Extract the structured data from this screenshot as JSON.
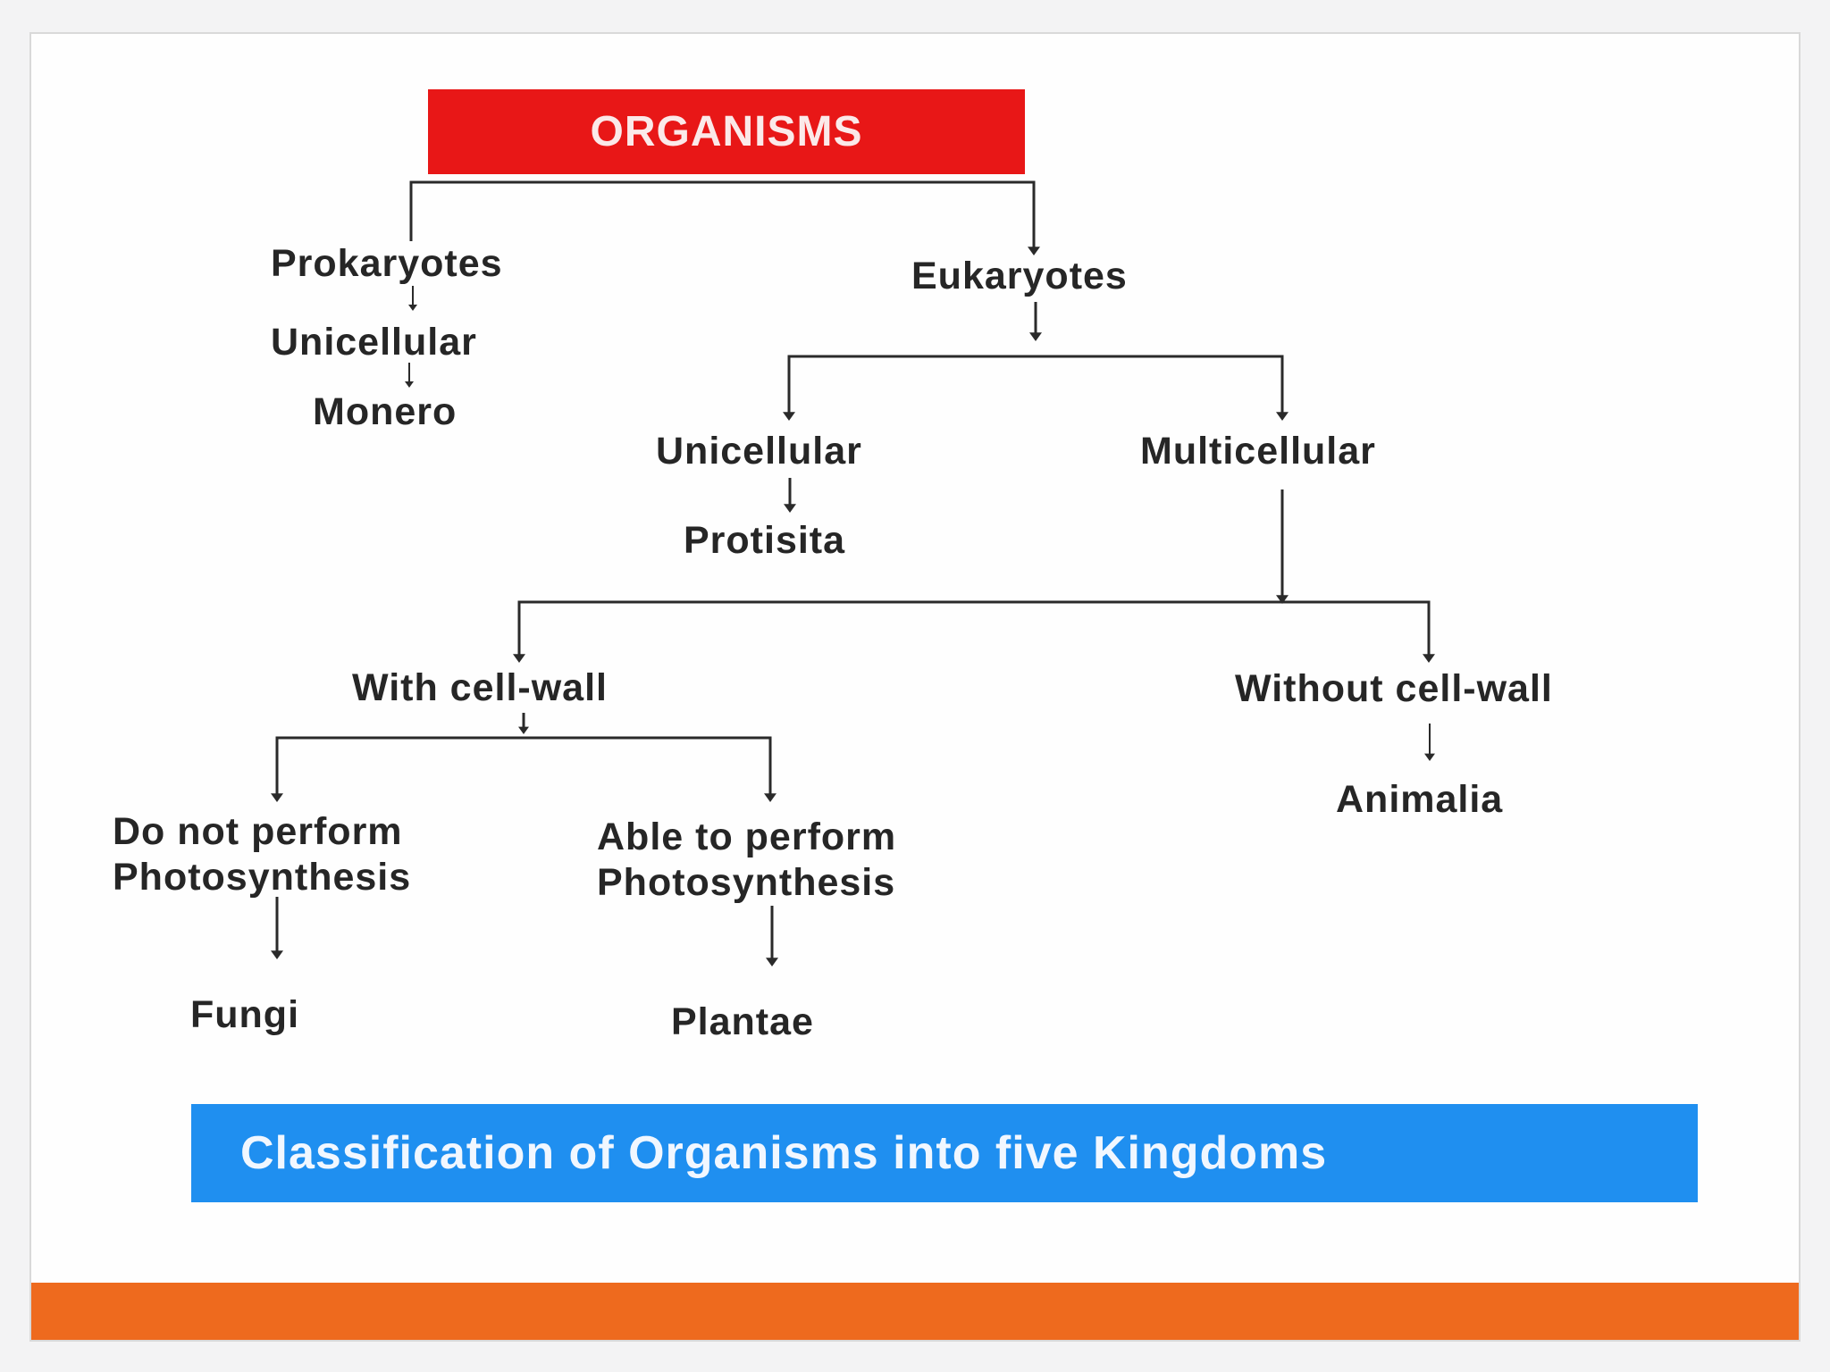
{
  "diagram": {
    "root": "ORGANISMS",
    "prokaryotes": {
      "label": "Prokaryotes",
      "unicellular": "Unicellular",
      "kingdom": "Monero"
    },
    "eukaryotes": {
      "label": "Eukaryotes",
      "unicellular": {
        "label": "Unicellular",
        "kingdom": "Protisita"
      },
      "multicellular": {
        "label": "Multicellular",
        "with_cell_wall": {
          "label": "With cell-wall",
          "no_photosynthesis": {
            "label": "Do not  perform\nPhotosynthesis",
            "kingdom": "Fungi"
          },
          "photosynthesis": {
            "label": "Able to perform\nPhotosynthesis",
            "kingdom": "Plantae"
          }
        },
        "without_cell_wall": {
          "label": "Without cell-wall",
          "kingdom": "Animalia"
        }
      }
    }
  },
  "caption": "Classification of Organisms into five Kingdoms",
  "colors": {
    "title_box": "#e81717",
    "caption_box": "#1f8ff0",
    "footer_bar": "#ee6a1e",
    "lines": "#2a2a2a"
  }
}
